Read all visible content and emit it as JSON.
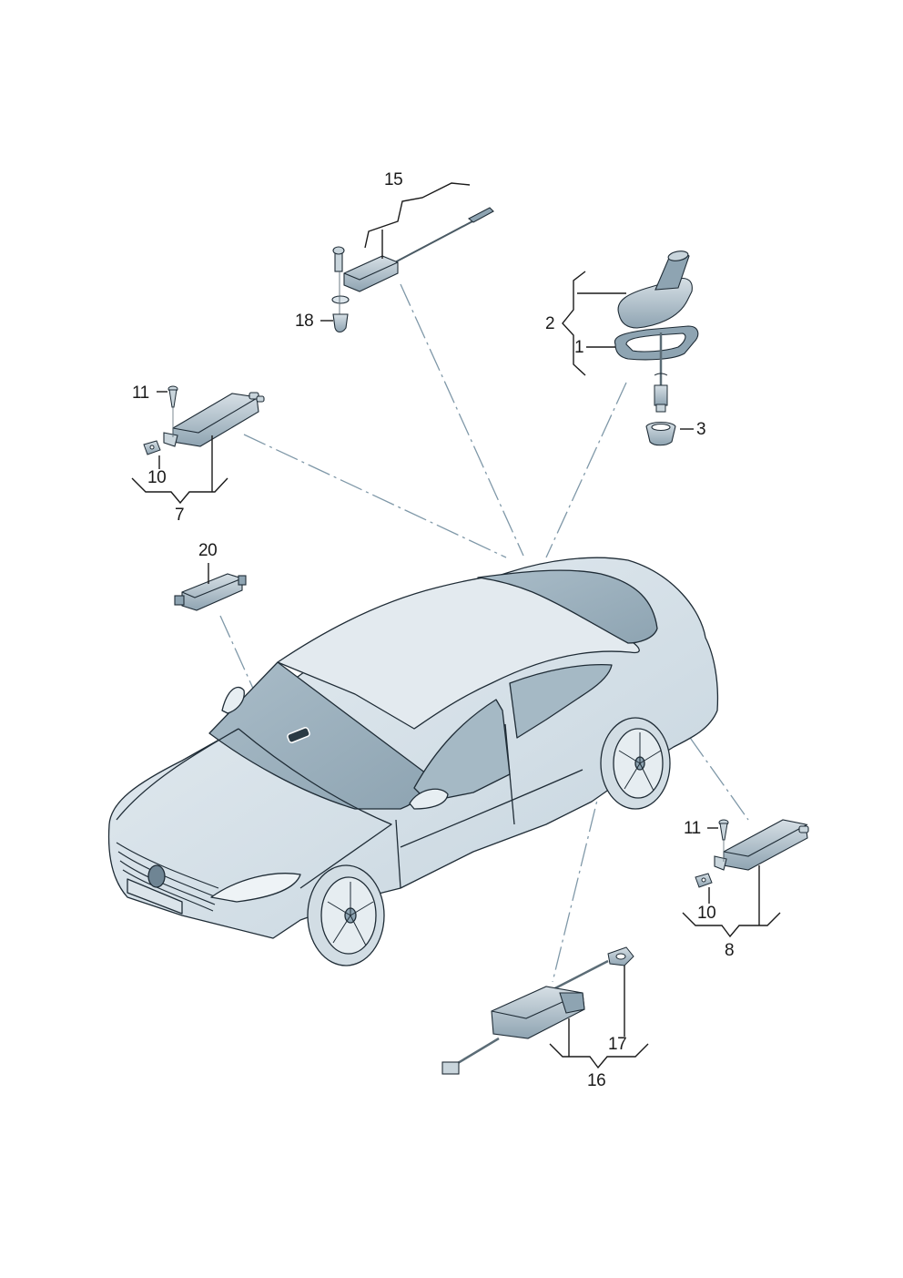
{
  "diagram": {
    "type": "exploded-parts-diagram",
    "subject": "sedan car with antenna and amplifier components",
    "colors": {
      "background": "#ffffff",
      "body_light": "#dde6ec",
      "body_mid": "#c3d2dc",
      "glass": "#9fb3c0",
      "glass_dark": "#8aa0ae",
      "outline": "#1f2c36",
      "leader_dashed": "#7f98a8",
      "part_fill": "#c9d5dc",
      "part_dark": "#8ea3b1",
      "label_text": "#1a1a1a"
    },
    "callouts": [
      {
        "id": "1",
        "text": "1",
        "part": "roof-antenna-seal"
      },
      {
        "id": "2",
        "text": "2",
        "part": "roof-antenna-assembly"
      },
      {
        "id": "3",
        "text": "3",
        "part": "antenna-nut"
      },
      {
        "id": "7",
        "text": "7",
        "part": "antenna-amplifier-left-group"
      },
      {
        "id": "8",
        "text": "8",
        "part": "antenna-amplifier-right-group"
      },
      {
        "id": "10a",
        "text": "10",
        "part": "clip-nut-left"
      },
      {
        "id": "10b",
        "text": "10",
        "part": "clip-nut-right"
      },
      {
        "id": "11a",
        "text": "11",
        "part": "screw-left"
      },
      {
        "id": "11b",
        "text": "11",
        "part": "screw-right"
      },
      {
        "id": "15",
        "text": "15",
        "part": "antenna-module-with-cable"
      },
      {
        "id": "16",
        "text": "16",
        "part": "control-unit-group"
      },
      {
        "id": "17",
        "text": "17",
        "part": "ground-terminal"
      },
      {
        "id": "18",
        "text": "18",
        "part": "expanding-nut"
      },
      {
        "id": "20",
        "text": "20",
        "part": "windscreen-antenna-module"
      }
    ]
  }
}
